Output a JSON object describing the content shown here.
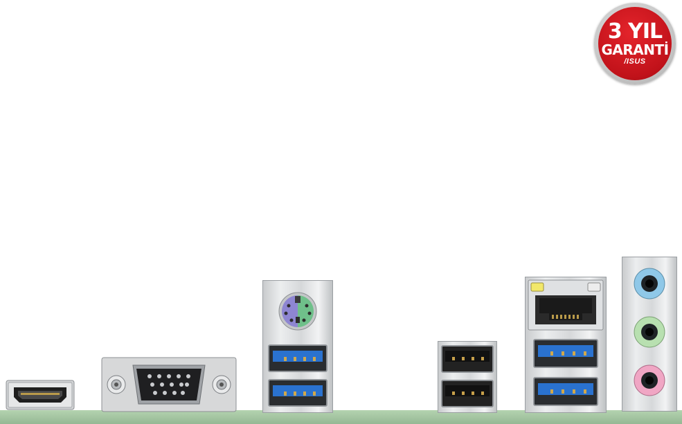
{
  "badge": {
    "line1": "3 YIL",
    "line2": "GARANTİ",
    "line3": "/ISUS"
  },
  "colors": {
    "badge_red": "#c1121a",
    "pcb_green": "#a7c9a3",
    "ps2_purple": "#8e86d2",
    "ps2_green": "#6fc08a",
    "usb3_blue": "#2a72cf",
    "audio_blue": "#8fc8e8",
    "audio_green": "#b8e0b0",
    "audio_pink": "#f0a6c4"
  },
  "ports": [
    "hdmi-port",
    "vga-port",
    "ps2-port",
    "usb3-port",
    "usb2-port",
    "rj45-lan-port",
    "audio-jack"
  ]
}
